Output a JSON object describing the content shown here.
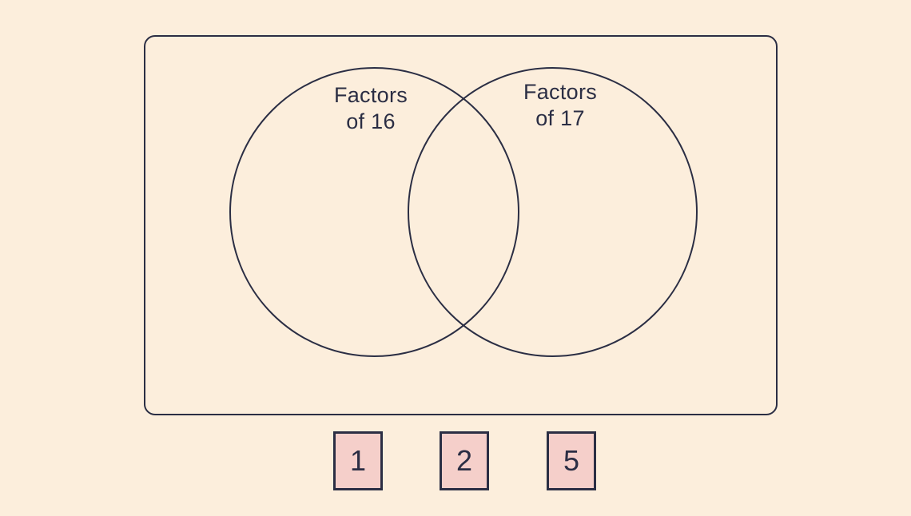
{
  "colors": {
    "background": "#FCEEDC",
    "outline": "#2B2E44",
    "tile_fill": "#F5CFCA",
    "text": "#2B2E44"
  },
  "diagram": {
    "left_label": {
      "line1": "Factors",
      "line2": "of 16"
    },
    "right_label": {
      "line1": "Factors",
      "line2": "of 17"
    }
  },
  "tiles": [
    {
      "label": "1"
    },
    {
      "label": "2"
    },
    {
      "label": "5"
    }
  ]
}
